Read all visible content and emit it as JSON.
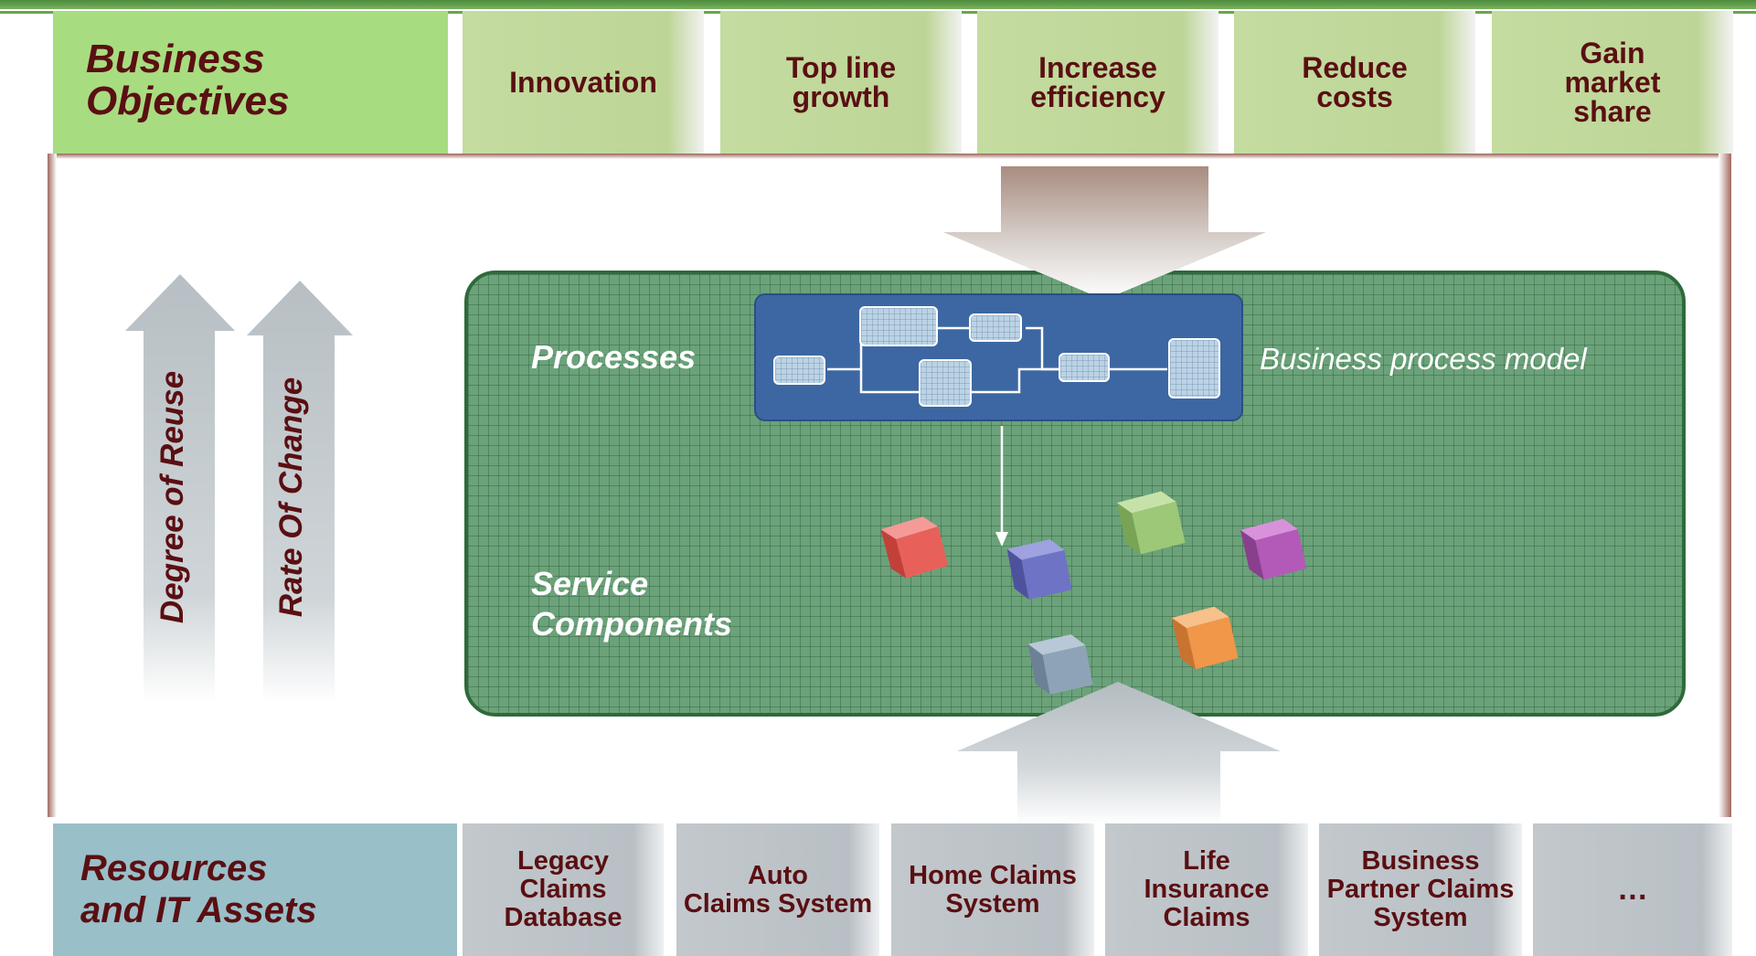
{
  "business_objectives": {
    "title_line1": "Business",
    "title_line2": "Objectives",
    "items": [
      {
        "line1": "Innovation",
        "line2": "",
        "line3": ""
      },
      {
        "line1": "Top line",
        "line2": "growth",
        "line3": ""
      },
      {
        "line1": "Increase",
        "line2": "efficiency",
        "line3": ""
      },
      {
        "line1": "Reduce",
        "line2": "costs",
        "line3": ""
      },
      {
        "line1": "Gain",
        "line2": "market",
        "line3": "share"
      }
    ]
  },
  "vertical_arrows": {
    "reuse_label": "Degree of Reuse",
    "change_label": "Rate Of Change"
  },
  "layers": {
    "processes_label": "Processes",
    "service_line1": "Service",
    "service_line2": "Components",
    "process_model_label": "Business process model"
  },
  "resources": {
    "title_line1": "Resources",
    "title_line2": "and IT Assets",
    "items": [
      {
        "line1": "Legacy",
        "line2": "Claims",
        "line3": "Database"
      },
      {
        "line1": "Auto",
        "line2": "Claims System",
        "line3": ""
      },
      {
        "line1": "Home Claims",
        "line2": "System",
        "line3": ""
      },
      {
        "line1": "Life",
        "line2": "Insurance",
        "line3": "Claims"
      },
      {
        "line1": "Business",
        "line2": "Partner Claims",
        "line3": "System"
      },
      {
        "line1": "…",
        "line2": "",
        "line3": ""
      }
    ]
  },
  "colors": {
    "title_text": "#5a0f12",
    "objectives_band": "#a8dc80",
    "resources_band": "#99bfc9",
    "services_area": "#6ba27a",
    "process_box": "#3d67a3"
  },
  "components": [
    {
      "name": "red",
      "color": "#e8605a"
    },
    {
      "name": "blue",
      "color": "#6f73c6"
    },
    {
      "name": "green",
      "color": "#9cc878"
    },
    {
      "name": "magenta",
      "color": "#b35ab8"
    },
    {
      "name": "orange",
      "color": "#f0974a"
    },
    {
      "name": "steel",
      "color": "#8fa3b8"
    }
  ]
}
